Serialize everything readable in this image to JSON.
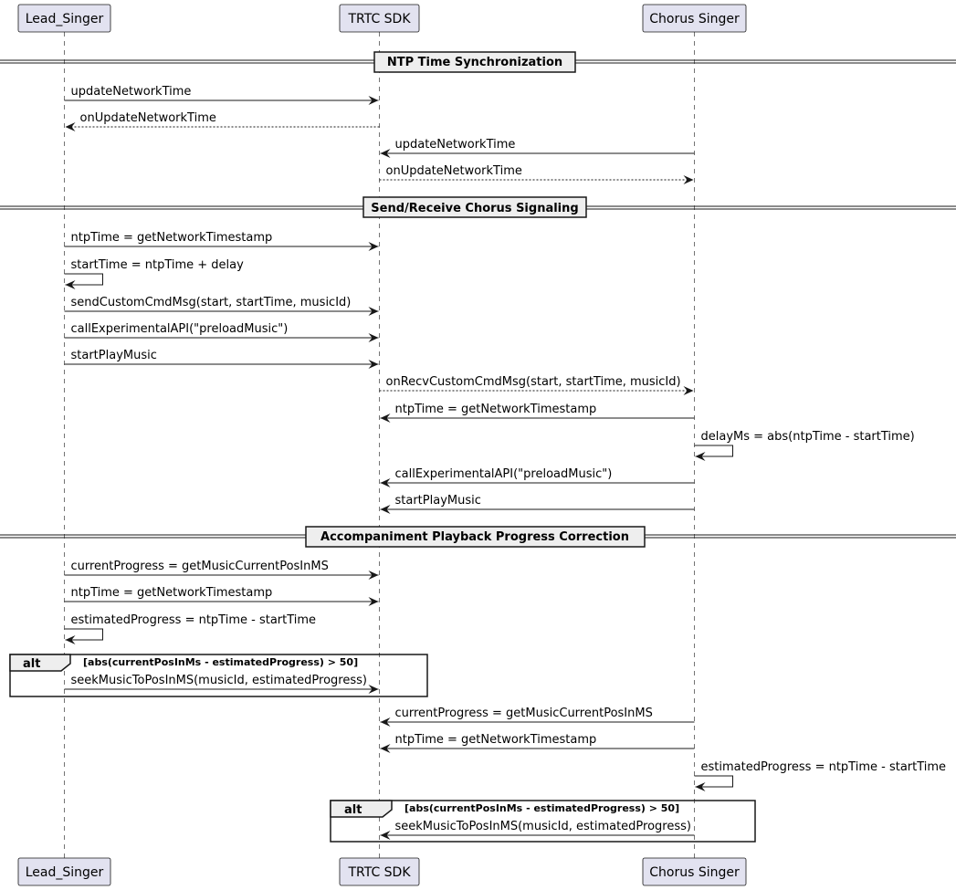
{
  "participants": [
    {
      "id": "lead",
      "label": "Lead_Singer"
    },
    {
      "id": "sdk",
      "label": "TRTC SDK"
    },
    {
      "id": "chorus",
      "label": "Chorus Singer"
    }
  ],
  "sections": [
    "NTP Time Synchronization",
    "Send/Receive Chorus Signaling",
    "Accompaniment Playback Progress Correction"
  ],
  "messages": [
    {
      "from": "lead",
      "to": "sdk",
      "label": "updateNetworkTime",
      "style": "solid"
    },
    {
      "from": "sdk",
      "to": "lead",
      "label": "onUpdateNetworkTime",
      "style": "dashed"
    },
    {
      "from": "chorus",
      "to": "sdk",
      "label": "updateNetworkTime",
      "style": "solid"
    },
    {
      "from": "sdk",
      "to": "chorus",
      "label": "onUpdateNetworkTime",
      "style": "dashed"
    },
    {
      "from": "lead",
      "to": "sdk",
      "label": "ntpTime = getNetworkTimestamp",
      "style": "solid"
    },
    {
      "from": "lead",
      "to": "lead",
      "label": "startTime = ntpTime + delay",
      "style": "solid"
    },
    {
      "from": "lead",
      "to": "sdk",
      "label": "sendCustomCmdMsg(start, startTime, musicId)",
      "style": "solid"
    },
    {
      "from": "lead",
      "to": "sdk",
      "label": "callExperimentalAPI(\"preloadMusic\")",
      "style": "solid"
    },
    {
      "from": "lead",
      "to": "sdk",
      "label": "startPlayMusic",
      "style": "solid"
    },
    {
      "from": "sdk",
      "to": "chorus",
      "label": "onRecvCustomCmdMsg(start, startTime, musicId)",
      "style": "dashed"
    },
    {
      "from": "chorus",
      "to": "sdk",
      "label": "ntpTime = getNetworkTimestamp",
      "style": "solid"
    },
    {
      "from": "chorus",
      "to": "chorus",
      "label": "delayMs = abs(ntpTime - startTime)",
      "style": "solid"
    },
    {
      "from": "chorus",
      "to": "sdk",
      "label": "callExperimentalAPI(\"preloadMusic\")",
      "style": "solid"
    },
    {
      "from": "chorus",
      "to": "sdk",
      "label": "startPlayMusic",
      "style": "solid"
    },
    {
      "from": "lead",
      "to": "sdk",
      "label": "currentProgress = getMusicCurrentPosInMS",
      "style": "solid"
    },
    {
      "from": "lead",
      "to": "sdk",
      "label": "ntpTime = getNetworkTimestamp",
      "style": "solid"
    },
    {
      "from": "lead",
      "to": "lead",
      "label": "estimatedProgress = ntpTime - startTime",
      "style": "solid"
    },
    {
      "from": "lead",
      "to": "sdk",
      "label": "seekMusicToPosInMS(musicId, estimatedProgress)",
      "style": "solid"
    },
    {
      "from": "chorus",
      "to": "sdk",
      "label": "currentProgress = getMusicCurrentPosInMS",
      "style": "solid"
    },
    {
      "from": "chorus",
      "to": "sdk",
      "label": "ntpTime = getNetworkTimestamp",
      "style": "solid"
    },
    {
      "from": "chorus",
      "to": "chorus",
      "label": "estimatedProgress = ntpTime - startTime",
      "style": "solid"
    },
    {
      "from": "chorus",
      "to": "sdk",
      "label": "seekMusicToPosInMS(musicId, estimatedProgress)",
      "style": "solid"
    }
  ],
  "alt_frames": [
    {
      "keyword": "alt",
      "guard": "[abs(currentPosInMs - estimatedProgress) > 50]"
    },
    {
      "keyword": "alt",
      "guard": "[abs(currentPosInMs - estimatedProgress) > 50]"
    }
  ],
  "colors": {
    "participant_fill": "#e2e2f0",
    "participant_border": "#181818",
    "lifeline": "#181818",
    "divider_fill": "#eeeeee"
  }
}
